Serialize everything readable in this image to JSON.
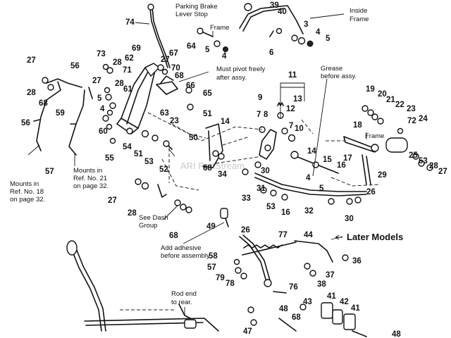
{
  "notes": {
    "parking_brake_line1": "Parking Brake",
    "parking_brake_line2": "Lever Stop",
    "frame_top": "Frame",
    "inside_frame_line1": "Inside",
    "inside_frame_line2": "Frame",
    "must_pivot_line1": "Must pivot freely",
    "must_pivot_line2": "after assy.",
    "grease_line1": "Grease",
    "grease_line2": "before assy.",
    "frame_right": "Frame",
    "mounts18_line1": "Mounts in",
    "mounts18_line2": "Ref. No. 18",
    "mounts18_line3": "on page 32.",
    "mounts21_line1": "Mounts in",
    "mounts21_line2": "Ref. No. 21",
    "mounts21_line3": "on page 32.",
    "see_dash_line1": "See Dash",
    "see_dash_line2": "Group",
    "adhesive_line1": "Add adhesive",
    "adhesive_line2": "before assembly",
    "later_models": "Later Models",
    "rod_end_line1": "Rod end",
    "rod_end_line2": "to rear.",
    "watermark": "ARI PartStream"
  },
  "callouts": [
    {
      "id": "c0",
      "text": "74"
    },
    {
      "id": "c1",
      "text": "39"
    },
    {
      "id": "c2",
      "text": "40"
    },
    {
      "id": "c3",
      "text": "64"
    },
    {
      "id": "c4",
      "text": "5"
    },
    {
      "id": "c5",
      "text": "4"
    },
    {
      "id": "c6",
      "text": "3"
    },
    {
      "id": "c7",
      "text": "4"
    },
    {
      "id": "c8",
      "text": "5"
    },
    {
      "id": "c9",
      "text": "6"
    },
    {
      "id": "c10",
      "text": "73"
    },
    {
      "id": "c11",
      "text": "62"
    },
    {
      "id": "c12",
      "text": "69"
    },
    {
      "id": "c13",
      "text": "27"
    },
    {
      "id": "c14",
      "text": "28"
    },
    {
      "id": "c15",
      "text": "71"
    },
    {
      "id": "c16",
      "text": "70"
    },
    {
      "id": "c17",
      "text": "68"
    },
    {
      "id": "c18",
      "text": "67"
    },
    {
      "id": "c19",
      "text": "27"
    },
    {
      "id": "c20",
      "text": "56"
    },
    {
      "id": "c21",
      "text": "28"
    },
    {
      "id": "c22",
      "text": "68"
    },
    {
      "id": "c23",
      "text": "27"
    },
    {
      "id": "c24",
      "text": "28"
    },
    {
      "id": "c25",
      "text": "61"
    },
    {
      "id": "c26",
      "text": "5"
    },
    {
      "id": "c27",
      "text": "4"
    },
    {
      "id": "c28",
      "text": "66"
    },
    {
      "id": "c29",
      "text": "65"
    },
    {
      "id": "c30",
      "text": "11"
    },
    {
      "id": "c31",
      "text": "13"
    },
    {
      "id": "c32",
      "text": "9"
    },
    {
      "id": "c33",
      "text": "12"
    },
    {
      "id": "c34",
      "text": "19"
    },
    {
      "id": "c35",
      "text": "20"
    },
    {
      "id": "c36",
      "text": "21"
    },
    {
      "id": "c37",
      "text": "22"
    },
    {
      "id": "c38",
      "text": "23"
    },
    {
      "id": "c39",
      "text": "72"
    },
    {
      "id": "c40",
      "text": "24"
    },
    {
      "id": "c41",
      "text": "59"
    },
    {
      "id": "c42",
      "text": "56"
    },
    {
      "id": "c43",
      "text": "60"
    },
    {
      "id": "c44",
      "text": "63"
    },
    {
      "id": "c45",
      "text": "23"
    },
    {
      "id": "c46",
      "text": "51"
    },
    {
      "id": "c47",
      "text": "14"
    },
    {
      "id": "c48",
      "text": "7"
    },
    {
      "id": "c49",
      "text": "8"
    },
    {
      "id": "c50",
      "text": "7"
    },
    {
      "id": "c51",
      "text": "10"
    },
    {
      "id": "c52",
      "text": "18"
    },
    {
      "id": "c53",
      "text": "50"
    },
    {
      "id": "c54",
      "text": "54"
    },
    {
      "id": "c55",
      "text": "55"
    },
    {
      "id": "c56",
      "text": "51"
    },
    {
      "id": "c57",
      "text": "53"
    },
    {
      "id": "c58",
      "text": "52"
    },
    {
      "id": "c59",
      "text": "14"
    },
    {
      "id": "c60",
      "text": "15"
    },
    {
      "id": "c61",
      "text": "17"
    },
    {
      "id": "c62",
      "text": "25"
    },
    {
      "id": "c63",
      "text": "53"
    },
    {
      "id": "c64",
      "text": "28"
    },
    {
      "id": "c65",
      "text": "27"
    },
    {
      "id": "c66",
      "text": "57"
    },
    {
      "id": "c67",
      "text": "68"
    },
    {
      "id": "c68",
      "text": "34"
    },
    {
      "id": "c69",
      "text": "30"
    },
    {
      "id": "c70",
      "text": "4"
    },
    {
      "id": "c71",
      "text": "16"
    },
    {
      "id": "c72",
      "text": "29"
    },
    {
      "id": "c73",
      "text": "5"
    },
    {
      "id": "c74",
      "text": "26"
    },
    {
      "id": "c75",
      "text": "33"
    },
    {
      "id": "c76",
      "text": "31"
    },
    {
      "id": "c77",
      "text": "53"
    },
    {
      "id": "c78",
      "text": "16"
    },
    {
      "id": "c79",
      "text": "32"
    },
    {
      "id": "c80",
      "text": "30"
    },
    {
      "id": "c81",
      "text": "27"
    },
    {
      "id": "c82",
      "text": "28"
    },
    {
      "id": "c83",
      "text": "68"
    },
    {
      "id": "c84",
      "text": "49"
    },
    {
      "id": "c85",
      "text": "26"
    },
    {
      "id": "c86",
      "text": "77"
    },
    {
      "id": "c87",
      "text": "44"
    },
    {
      "id": "c88",
      "text": "36"
    },
    {
      "id": "c89",
      "text": "58"
    },
    {
      "id": "c90",
      "text": "57"
    },
    {
      "id": "c91",
      "text": "79"
    },
    {
      "id": "c92",
      "text": "78"
    },
    {
      "id": "c93",
      "text": "37"
    },
    {
      "id": "c94",
      "text": "38"
    },
    {
      "id": "c95",
      "text": "76"
    },
    {
      "id": "c96",
      "text": "41"
    },
    {
      "id": "c97",
      "text": "43"
    },
    {
      "id": "c98",
      "text": "42"
    },
    {
      "id": "c99",
      "text": "41"
    },
    {
      "id": "c100",
      "text": "48"
    },
    {
      "id": "c101",
      "text": "68"
    },
    {
      "id": "c102",
      "text": "47"
    },
    {
      "id": "c103",
      "text": "48"
    }
  ]
}
